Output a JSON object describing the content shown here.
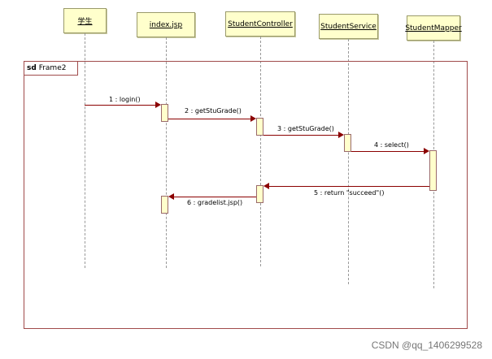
{
  "lifelines": [
    {
      "name": "学生"
    },
    {
      "name": "index.jsp"
    },
    {
      "name": "StudentController"
    },
    {
      "name": "StudentService"
    },
    {
      "name": "StudentMapper"
    }
  ],
  "frame": {
    "keyword": "sd",
    "name": "Frame2"
  },
  "messages": [
    {
      "label": "1 : login()"
    },
    {
      "label": "2 : getStuGrade()"
    },
    {
      "label": "3 : getStuGrade()"
    },
    {
      "label": "4 : select()"
    },
    {
      "label": "5 : return \"succeed\"()"
    },
    {
      "label": "6 : gradelist.jsp()"
    }
  ],
  "watermark": "CSDN @qq_1406299528"
}
